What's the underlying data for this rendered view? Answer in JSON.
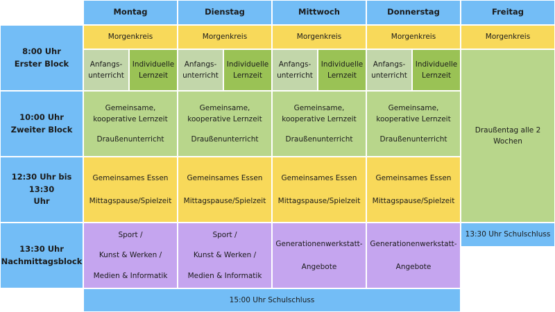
{
  "header": {
    "days": [
      "Montag",
      "Dienstag",
      "Mittwoch",
      "Donnerstag",
      "Freitag"
    ]
  },
  "rows": {
    "block1": {
      "time": "8:00 Uhr",
      "name": "Erster Block"
    },
    "block2": {
      "time": "10:00 Uhr",
      "name": "Zweiter Block"
    },
    "lunch": {
      "time": "12:30 Uhr bis 13:30",
      "name": "Uhr"
    },
    "afternoon": {
      "time": "13:30 Uhr",
      "name": "Nachmittagsblock"
    }
  },
  "cells": {
    "morgenkreis": "Morgenkreis",
    "anfang_1": "Anfangs-",
    "anfang_2": "unterricht",
    "individuell_1": "Individuelle",
    "individuell_2": "Lernzeit",
    "gemeinsam_1": "Gemeinsame,",
    "gemeinsam_2": "kooperative Lernzeit",
    "draussen": "Draußenunterricht",
    "essen": "Gemeinsames Essen",
    "pause": "Mittagspause/Spielzeit",
    "sport": "Sport /",
    "kunst": "Kunst & Werken /",
    "medien": "Medien & Informatik",
    "generation_1": "Generationenwerkstatt-",
    "generation_2": "Angebote",
    "fr_draussentag_1": "Draußentag alle 2",
    "fr_draussentag_2": "Wochen",
    "fr_schluss": "13:30 Uhr Schulschluss",
    "schluss": "15:00 Uhr Schulschluss"
  },
  "colors": {
    "header_blue": "#73bdf6",
    "yellow": "#f8d95a",
    "light_green": "#b8d68b",
    "pale_green": "#c2d6aa",
    "dark_green": "#9ac255",
    "purple": "#c5a5ef"
  }
}
